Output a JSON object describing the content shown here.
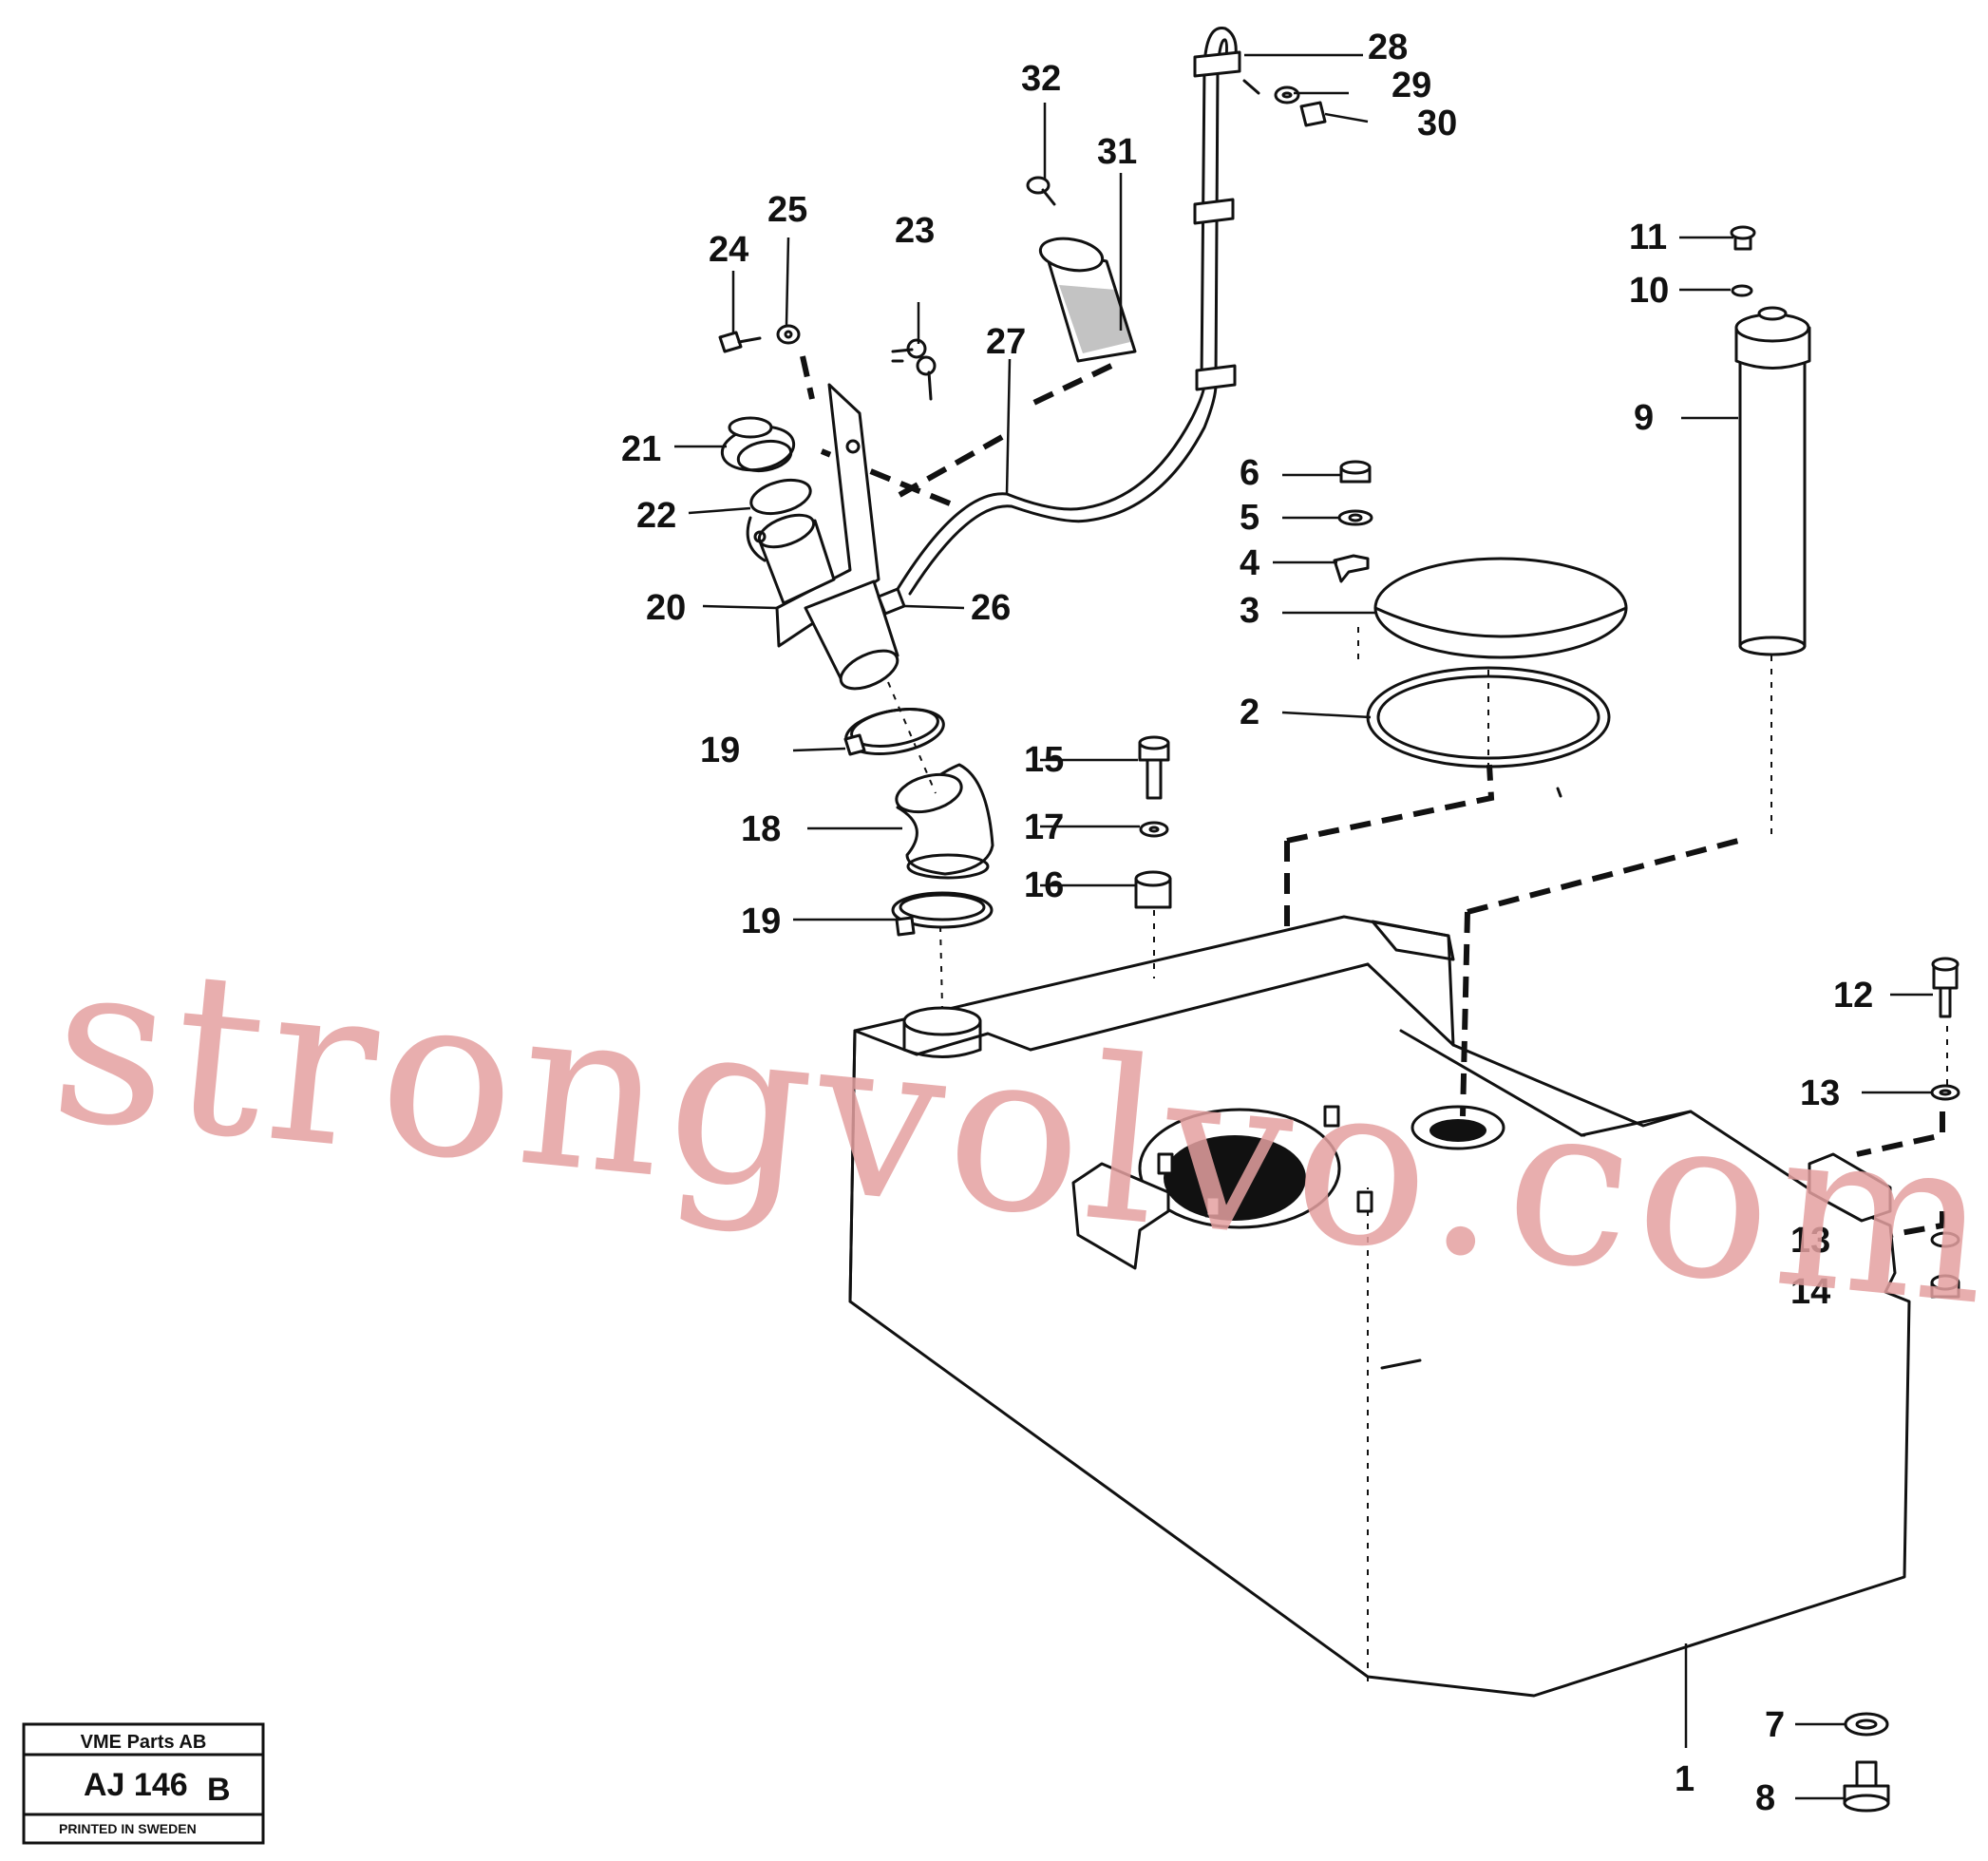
{
  "title_block": {
    "company": "VME Parts AB",
    "code": "AJ 146",
    "revision": "B",
    "footer": "PRINTED IN SWEDEN"
  },
  "watermark": "strongvolvo.com",
  "labels": {
    "p1": "1",
    "p2": "2",
    "p3": "3",
    "p4": "4",
    "p5": "5",
    "p6": "6",
    "p7": "7",
    "p8": "8",
    "p9": "9",
    "p10": "10",
    "p11": "11",
    "p12": "12",
    "p13a": "13",
    "p13b": "13",
    "p14": "14",
    "p15": "15",
    "p16": "16",
    "p17": "17",
    "p18": "18",
    "p19a": "19",
    "p19b": "19",
    "p20": "20",
    "p21": "21",
    "p22": "22",
    "p23": "23",
    "p24": "24",
    "p25": "25",
    "p26": "26",
    "p27": "27",
    "p28": "28",
    "p29": "29",
    "p30": "30",
    "p31": "31",
    "p32": "32"
  }
}
